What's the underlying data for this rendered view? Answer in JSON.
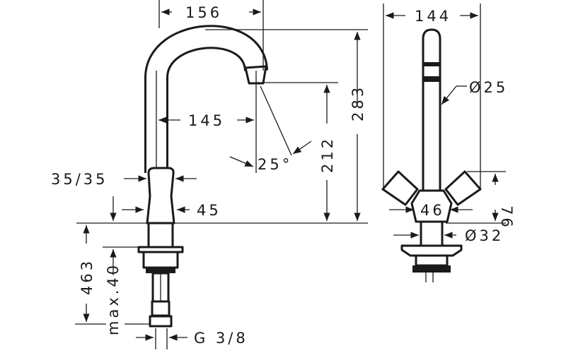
{
  "drawing": {
    "side_view": {
      "spout_reach": "156",
      "spout_inner_reach": "145",
      "total_height": "283",
      "spout_height": "212",
      "spout_angle": "25°",
      "handle_size": "35/35",
      "body_width": "45",
      "hose_length": "463",
      "max_deck_thickness": "max.40",
      "connection_thread": "G 3/8"
    },
    "front_view": {
      "handle_span": "144",
      "spout_diameter": "Ø25",
      "handle_height": "76",
      "body_width": "46",
      "base_diameter": "Ø32"
    }
  }
}
